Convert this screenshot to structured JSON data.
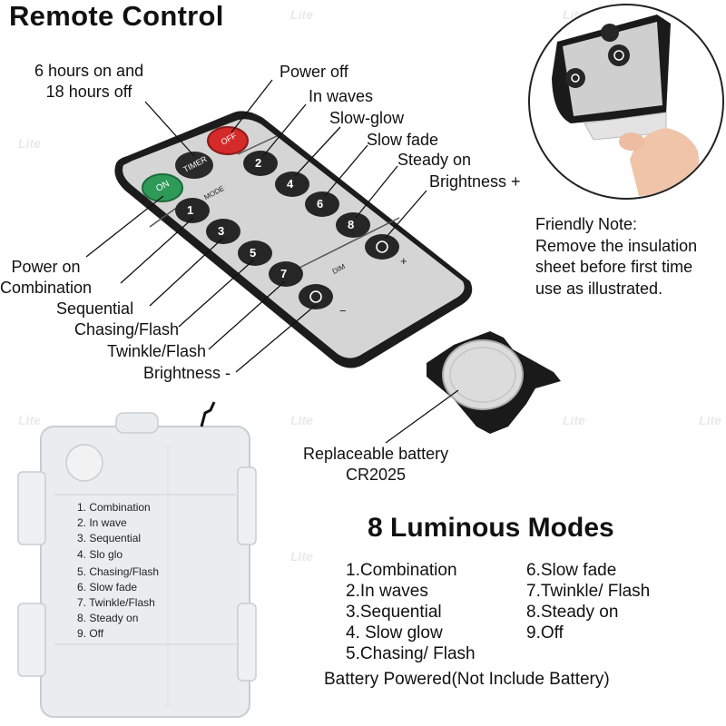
{
  "title": "Remote Control",
  "watermark": "Lite",
  "labels": {
    "timer": "6 hours on and\n18 hours off",
    "power_off": "Power off",
    "in_waves": "In waves",
    "slow_glow": "Slow-glow",
    "slow_fade": "Slow fade",
    "steady_on": "Steady on",
    "brightness_plus": "Brightness +",
    "power_on": "Power on\nCombination",
    "sequential": "Sequential",
    "chasing": "Chasing/Flash",
    "twinkle": "Twinkle/Flash",
    "brightness_minus": "Brightness -",
    "battery": "Replaceable battery\nCR2025"
  },
  "friendly_note": "Friendly Note:\nRemove the insulation\nsheet before first time\nuse as illustrated.",
  "remote": {
    "timer": "TIMER",
    "off": "OFF",
    "on": "ON",
    "mode": "MODE",
    "dim": "DIM",
    "plus": "+",
    "minus": "−",
    "numbers": [
      "1",
      "2",
      "3",
      "4",
      "5",
      "6",
      "7",
      "8"
    ]
  },
  "box_list": [
    "1. Combination",
    "2. In wave",
    "3. Sequential",
    "4. Slo glo",
    "5. Chasing/Flash",
    "6. Slow fade",
    "7. Twinkle/Flash",
    "8. Steady on",
    "9. Off"
  ],
  "modes_title": "8 Luminous Modes",
  "modes_left": [
    "1.Combination",
    "2.In waves",
    "3.Sequential",
    "4. Slow glow",
    "5.Chasing/ Flash"
  ],
  "modes_right": [
    "6.Slow fade",
    "7.Twinkle/ Flash",
    "8.Steady on",
    "9.Off"
  ],
  "battery_powered": "Battery Powered(Not Include Battery)",
  "colors": {
    "off_button": "#d42a2a",
    "on_button": "#2e9a58",
    "remote_face": "#d5d5d5",
    "remote_edge": "#1c1c1c"
  }
}
